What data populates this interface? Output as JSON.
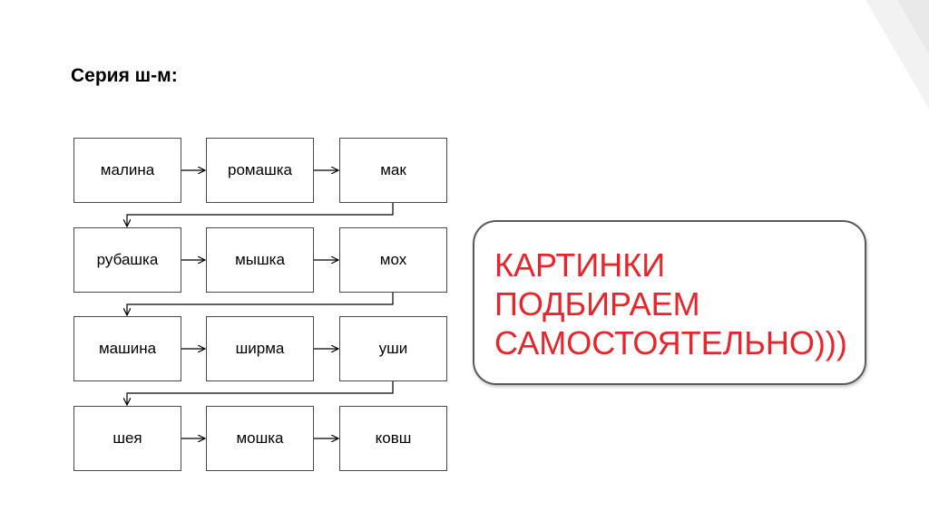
{
  "title": "Серия ш-м:",
  "rows": [
    [
      "малина",
      "ромашка",
      "мак"
    ],
    [
      "рубашка",
      "мышка",
      "мох"
    ],
    [
      "машина",
      "ширма",
      "уши"
    ],
    [
      "шея",
      "мошка",
      "ковш"
    ]
  ],
  "note": {
    "lines": [
      "КАРТИНКИ",
      "ПОДБИРАЕМ",
      "САМОСТОЯТЕЛЬНО)))"
    ],
    "color": "#e8252a"
  }
}
